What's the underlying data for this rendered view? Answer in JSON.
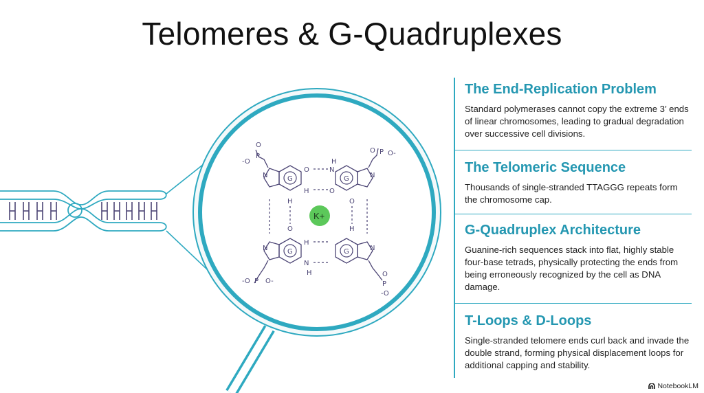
{
  "title": "Telomeres & G-Quadruplexes",
  "sections": [
    {
      "heading": "The End-Replication Problem",
      "body": "Standard polymerases cannot copy the extreme 3’ ends of linear chromosomes, leading to gradual degradation over successive cell divisions."
    },
    {
      "heading": "The Telomeric Sequence",
      "body": "Thousands of single-stranded TTAGGG repeats form the chromosome cap."
    },
    {
      "heading": "G-Quadruplex Architecture",
      "body": "Guanine-rich sequences stack into flat, highly stable four-base tetrads, physically protecting the ends from being erroneously recognized by the cell as DNA damage."
    },
    {
      "heading": "T-Loops & D-Loops",
      "body": "Single-stranded telomere ends curl back and invade the double strand, forming physical displacement loops for additional capping and stability."
    }
  ],
  "diagram": {
    "ion_label": "K+",
    "base_label": "G",
    "phosphate": {
      "o_minus": "-O",
      "p": "P",
      "o": "O",
      "o_minus_right": "O-"
    },
    "atoms": {
      "n": "N",
      "o": "O",
      "h": "H"
    }
  },
  "branding": {
    "name": "NotebookLM"
  },
  "colors": {
    "accent": "#2ea9c0",
    "heading": "#2497b1",
    "molecule": "#4b4474",
    "ion": "#5cc85a"
  }
}
